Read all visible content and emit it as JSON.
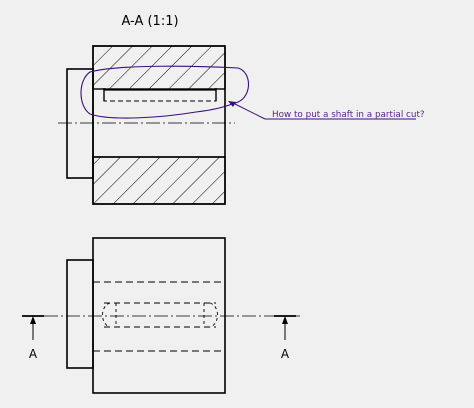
{
  "section_view": {
    "label": "A-A (1:1)"
  },
  "annotation": {
    "text": "How to put a shaft in a partial cut?",
    "color": "#5a1e8c"
  },
  "section_markers": {
    "left_letter": "A",
    "right_letter": "A"
  },
  "colors": {
    "background": "#f0f0f0",
    "lines": "#000000",
    "hatch": "#000000",
    "highlight": "#3a0d7a"
  }
}
